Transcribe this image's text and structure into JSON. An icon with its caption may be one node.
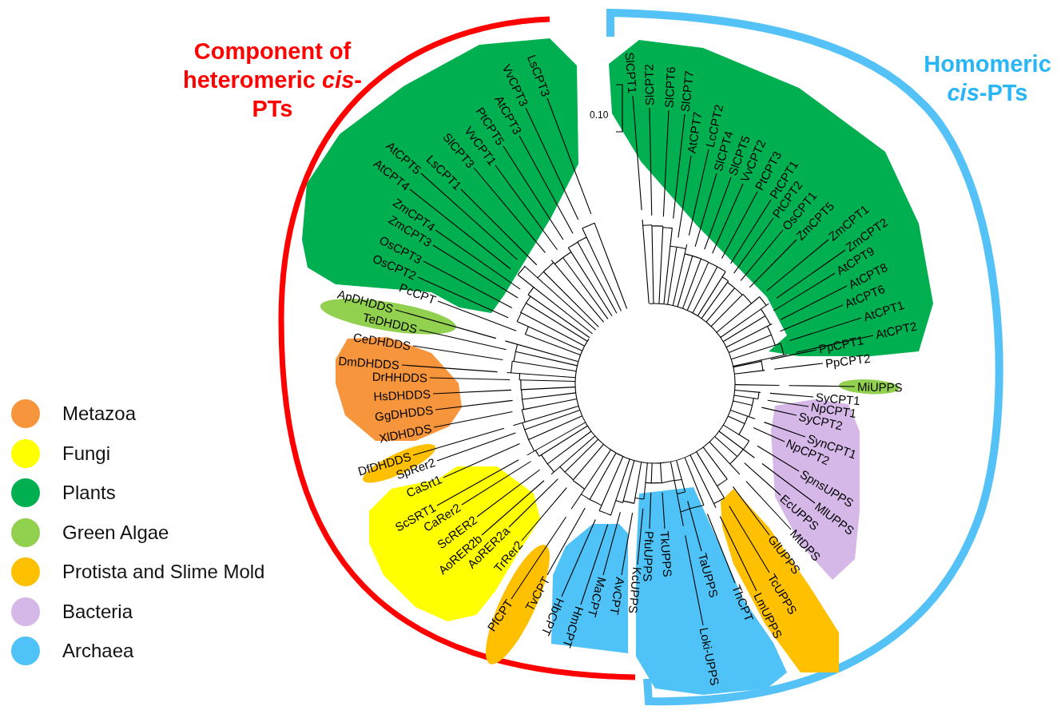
{
  "diagram": {
    "nodes": [
      {
        "text": [
          "LsCPT3",
          "VvCPT3",
          "AtCPT3",
          "PtCPT5",
          "VvCPT1",
          "SlCPT3",
          "LsCPT1",
          "AtCPT5",
          "AtCPT4",
          "ZmCPT4",
          "ZmCPT3",
          "OsCPT3",
          "OsCPT2",
          "PcCPT"
        ]
      },
      {
        "text": [
          "SlCPT1",
          "SlCPT2",
          "SlCPT6",
          "SlCPT7",
          "AtCPT7",
          "LcCPT2",
          "SlCPT4",
          "SlCPT5",
          "VvCPT2",
          "PtCPT3",
          "PtCPT1",
          "PtCPT2",
          "OsCPT1",
          "ZmCPT5",
          "ZmCPT1",
          "ZmCPT2",
          "AtCPT9",
          "AtCPT8",
          "AtCPT6",
          "AtCPT1",
          "AtCPT2",
          "PpCPT1",
          "PpCPT2"
        ]
      },
      {
        "text": [
          "ApDHDDS",
          "TeDHDDS"
        ]
      },
      {
        "text": [
          "CeDHDDS",
          "DmDHDDS",
          "DrHHDDS",
          "HsDHDDS",
          "GgDHDDS",
          "XlDHDDS"
        ]
      },
      {
        "text": [
          "DfDHDDS"
        ]
      },
      {
        "text": [
          "SpRer2",
          "CaSrt1",
          "ScSRT1",
          "CaRer2",
          "ScRER2",
          "AoRER2b",
          "AoRER2a",
          "TrRer2"
        ]
      },
      {
        "text": [
          "PfCPT",
          "TvCPT"
        ]
      },
      {
        "text": [
          "HbCPT",
          "HmCPT",
          "MaCPT",
          "AvCPT"
        ]
      },
      {
        "text": [
          "KcUPPS",
          "PfuUPPS",
          "TkUPPS",
          "TaUPPS",
          "Loki-UPPS",
          "ThCPT"
        ]
      },
      {
        "text": [
          "GlUPPS",
          "TcUPPS",
          "LmUPPS"
        ]
      },
      {
        "text": [
          "SyCPT1",
          "NpCPT1",
          "SyCPT2",
          "SynCPT1",
          "NpCPT2",
          "SpnsUPPS",
          "MlUPPS",
          "EcUPPS",
          "MtDPS"
        ]
      },
      {
        "text": [
          "MiUPPS"
        ]
      }
    ],
    "edges": [],
    "labels": [
      "Component of heteromeric *cis*-PTs",
      "Homomeric *cis*-PTs",
      "0.10"
    ],
    "legend": [
      {
        "text": "Metazoa",
        "color": "#f7953d"
      },
      {
        "text": "Fungi",
        "color": "#ffff00"
      },
      {
        "text": "Plants",
        "color": "#00b050"
      },
      {
        "text": "Green Algae",
        "color": "#92d050"
      },
      {
        "text": "Protista and Slime Mold",
        "color": "#ffc000"
      },
      {
        "text": "Bacteria",
        "color": "#d5b8e8"
      },
      {
        "text": "Archaea",
        "color": "#4fc3f7"
      }
    ]
  }
}
